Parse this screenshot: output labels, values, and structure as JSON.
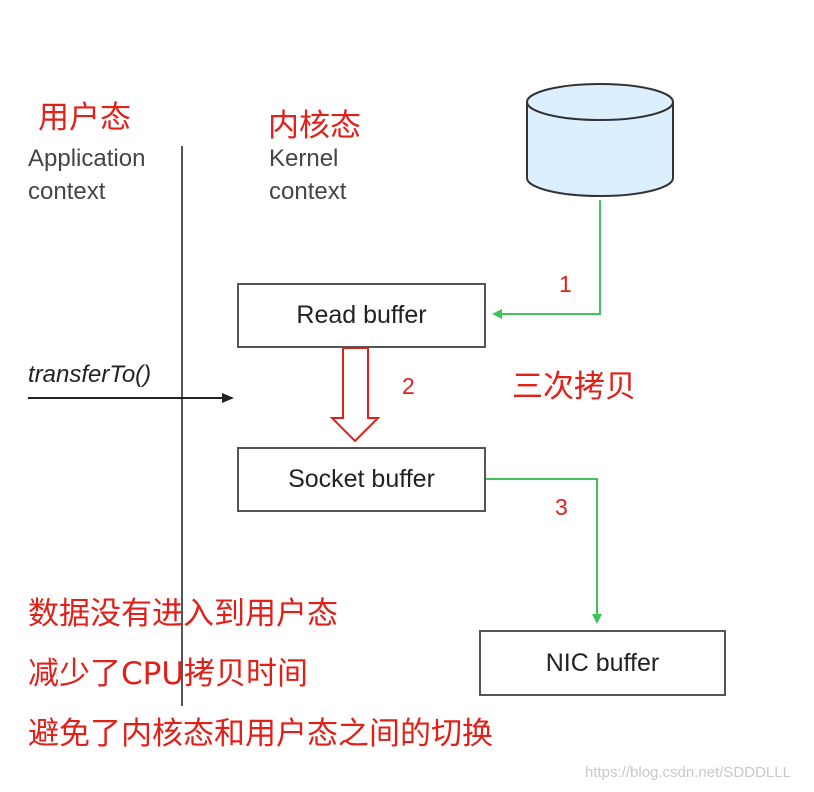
{
  "labels": {
    "user_mode": "用户态",
    "kernel_mode": "内核态",
    "app_context_line1": "Application",
    "app_context_line2": "context",
    "kernel_context_line1": "Kernel",
    "kernel_context_line2": "context",
    "method_call": "transferTo()",
    "three_copies": "三次拷贝"
  },
  "buffers": {
    "read": "Read buffer",
    "socket": "Socket buffer",
    "nic": "NIC buffer"
  },
  "steps": [
    "1",
    "2",
    "3"
  ],
  "notes": [
    "数据没有进入到用户态",
    "减少了CPU拷贝时间",
    "避免了内核态和用户态之间的切换"
  ],
  "watermark": "https://blog.csdn.net/SDDDLLL",
  "colors": {
    "annotation_red": "#e0211a",
    "data_path_green": "#3cc45a",
    "disk_fill": "#dcefff",
    "box_border": "#555555"
  },
  "icons": {
    "disk": "cylinder-database-icon",
    "copy_arrow": "hollow-down-arrow-icon"
  }
}
